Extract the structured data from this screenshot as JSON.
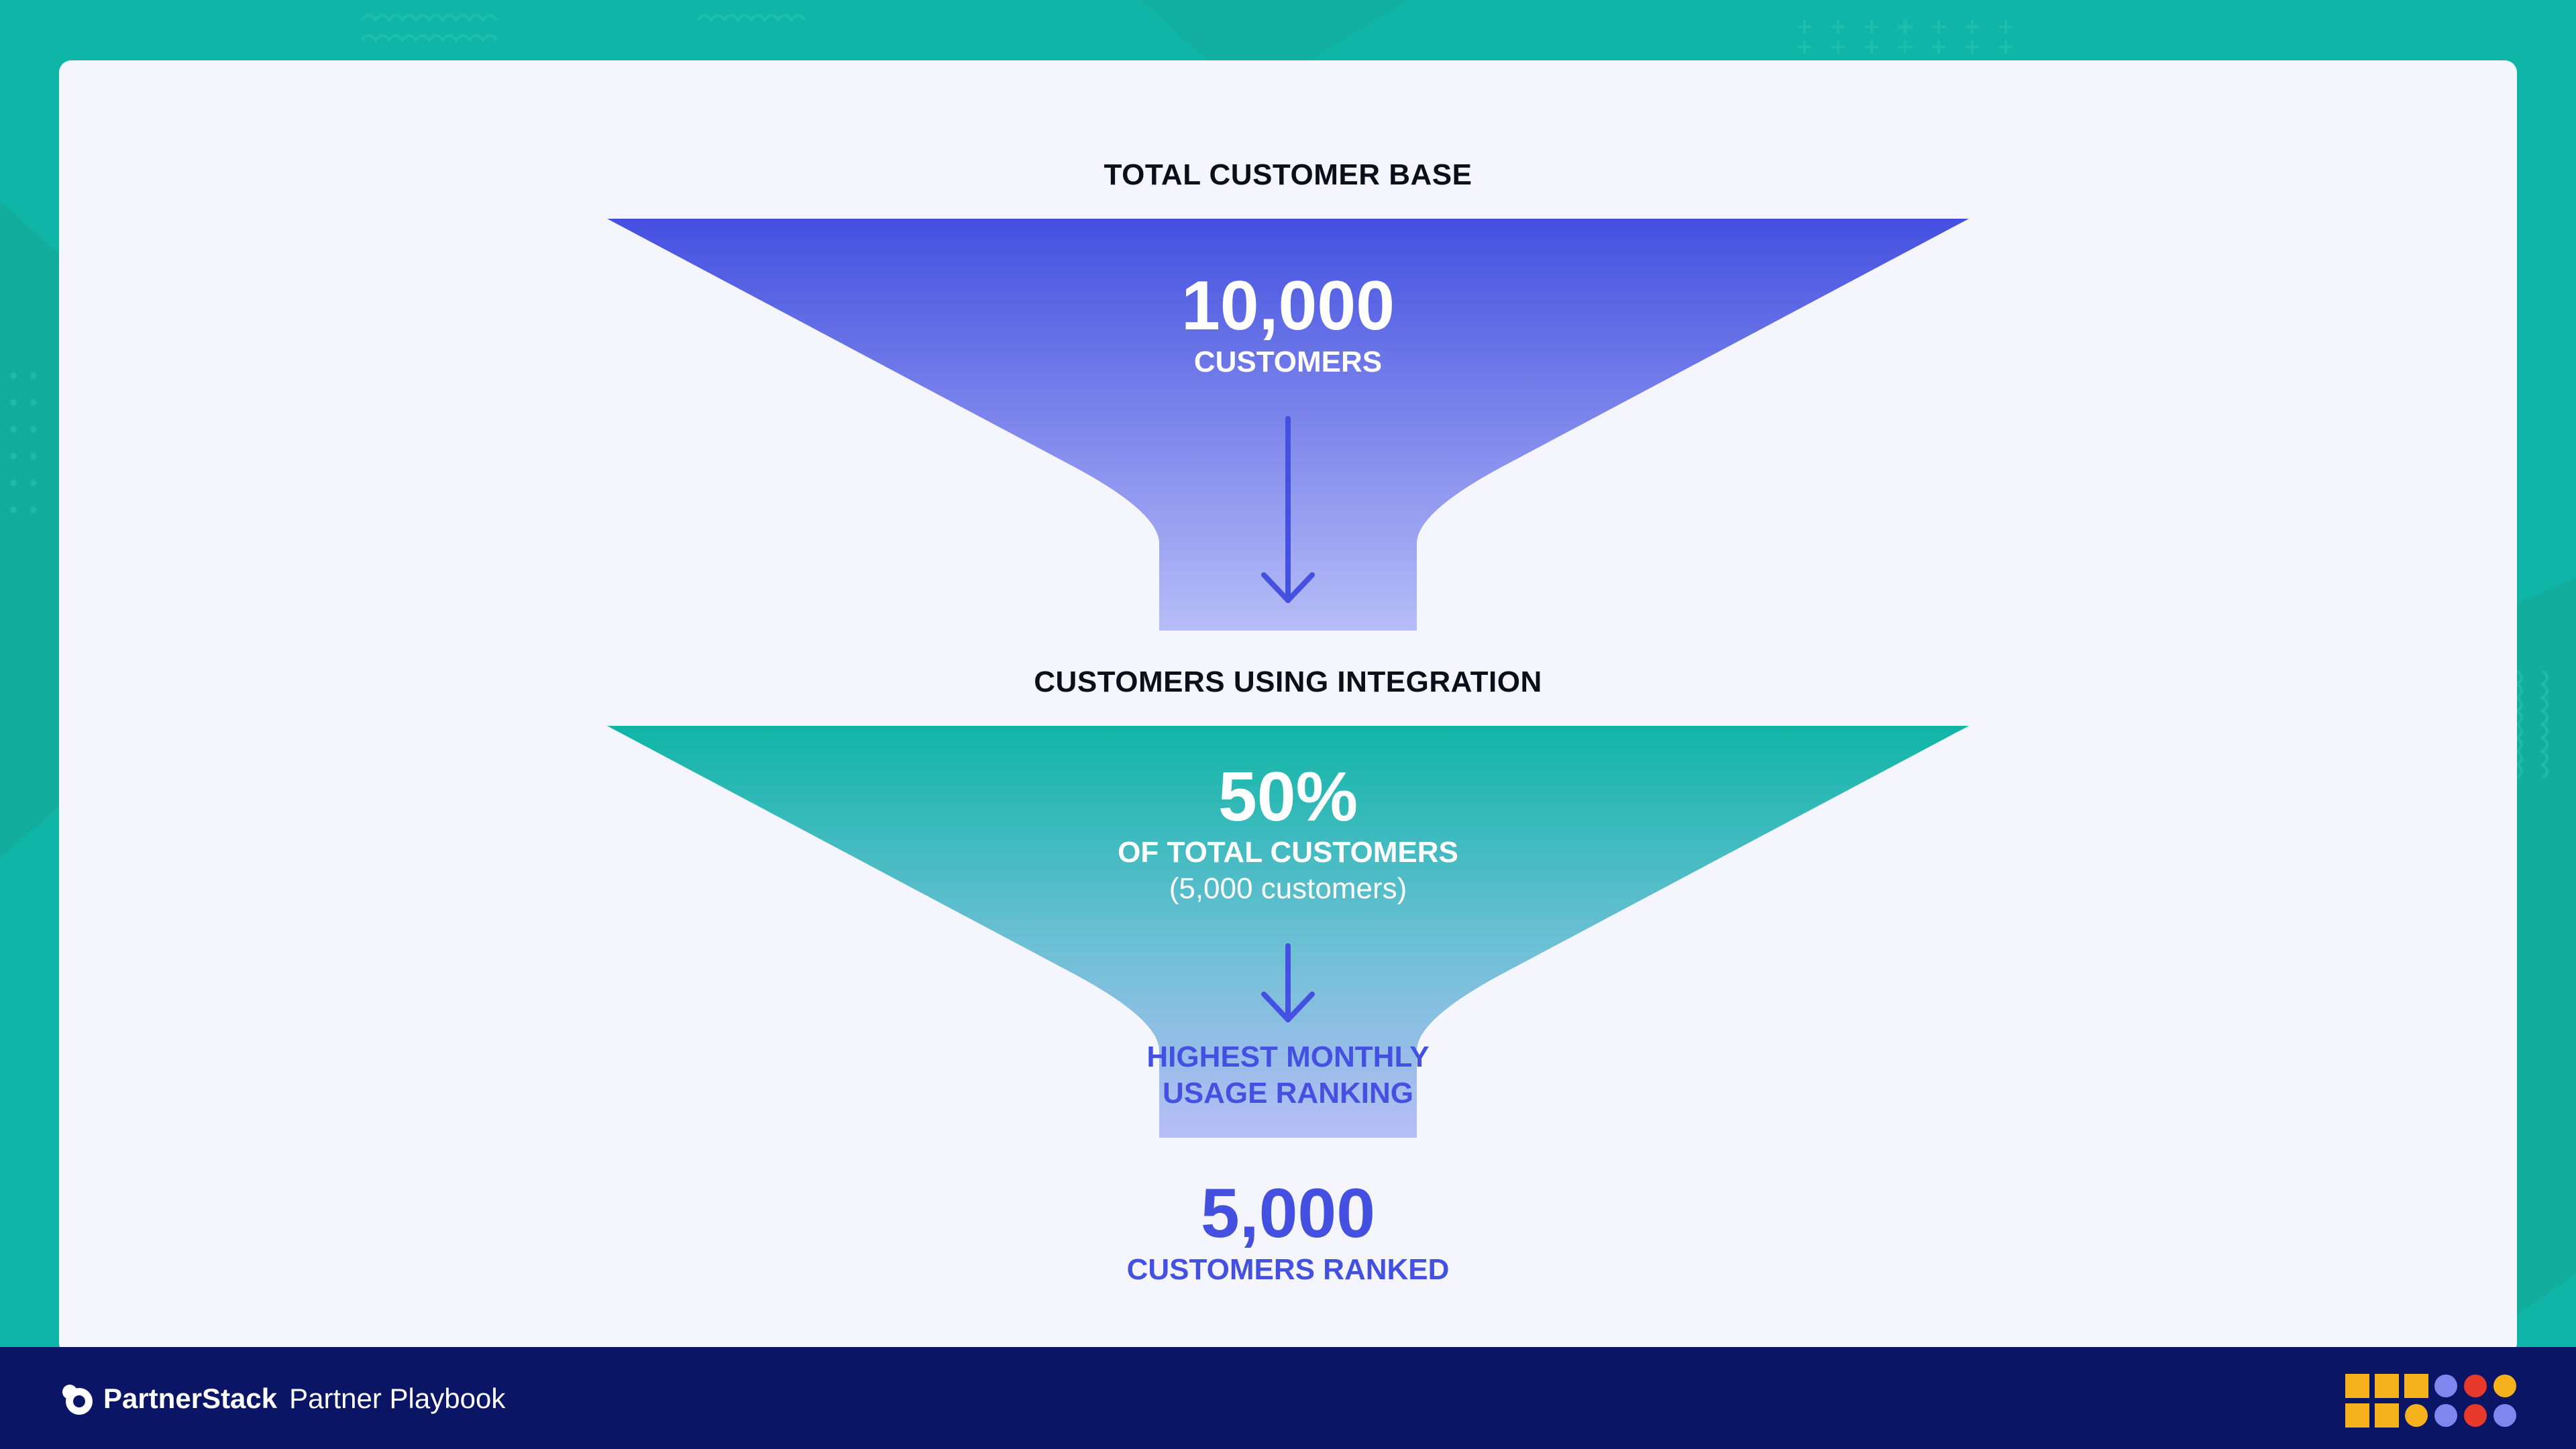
{
  "funnel": {
    "top": {
      "section_label": "TOTAL CUSTOMER BASE",
      "value": "10,000",
      "label": "CUSTOMERS",
      "color": "#4450e0"
    },
    "middle": {
      "section_label": "CUSTOMERS USING INTEGRATION",
      "value": "50%",
      "label": "OF TOTAL CUSTOMERS",
      "note": "(5,000 customers)",
      "inner_label_line1": "HIGHEST MONTHLY",
      "inner_label_line2": "USAGE RANKING",
      "color": "#0fb5a6"
    },
    "result": {
      "value": "5,000",
      "label": "CUSTOMERS RANKED",
      "color": "#4450e0"
    }
  },
  "footer": {
    "brand_name": "PartnerStack",
    "brand_sub": "Partner Playbook",
    "background": "#0b1566"
  },
  "colors": {
    "page_background": "#0fb5a6",
    "card_background": "#f4f5fd",
    "accent_yellow": "#f5b21c",
    "accent_red": "#e8392b",
    "accent_periwinkle": "#7f87ef"
  }
}
